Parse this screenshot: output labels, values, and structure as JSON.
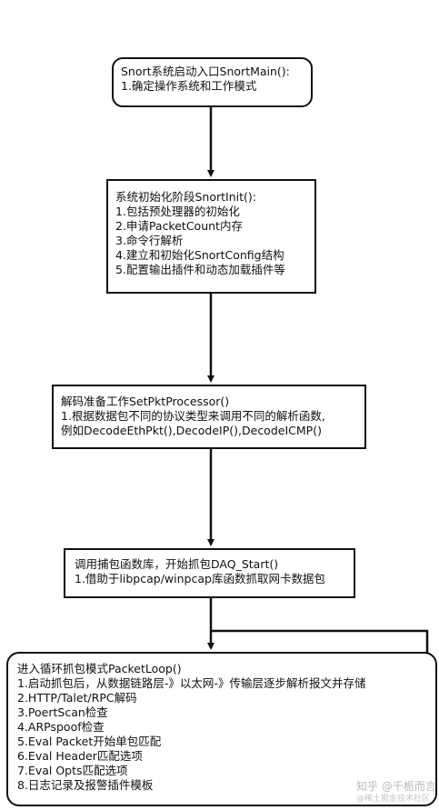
{
  "boxes": [
    {
      "lines": [
        "Snort系统启动入口SnortMain():",
        "1.确定操作系统和工作模式"
      ]
    },
    {
      "lines": [
        "系统初始化阶段SnortInit():",
        "1.包括预处理器的初始化",
        "2.申请PacketCount内存",
        "3.命令行解析",
        "4.建立和初始化SnortConfig结构",
        "5.配置输出插件和动态加载插件等"
      ]
    },
    {
      "lines": [
        "解码准备工作SetPktProcessor()",
        "1.根据数据包不同的协议类型来调用不同的解析函数,",
        "例如DecodeEthPkt(),DecodeIP(),DecodeICMP()"
      ]
    },
    {
      "lines": [
        "调用捕包函数库，开始抓包DAQ_Start()",
        "1.借助于libpcap/winpcap库函数抓取网卡数据包"
      ]
    },
    {
      "lines": [
        "进入循环抓包模式PacketLoop()",
        "1.启动抓包后，从数据链路层-》以太网-》传输层逐步解析报文并存储",
        "2.HTTP/Talet/RPC解码",
        "3.PoertScan检查",
        "4.ARPspoof检查",
        "5.Eval Packet开始单包匹配",
        "6.Eval Header匹配选项",
        "7.Eval Opts匹配选项",
        "8.日志记录及报警插件模板"
      ]
    }
  ],
  "watermark": {
    "main": "知乎 @千栀而言",
    "sub": "@稀土掘金技术社区"
  }
}
